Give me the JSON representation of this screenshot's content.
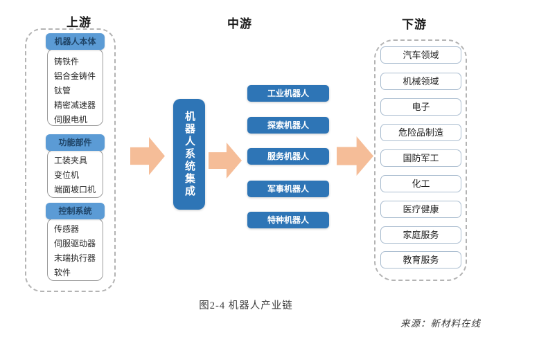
{
  "figure": {
    "caption": "图2-4 机器人产业链",
    "source": "来源：新材料在线"
  },
  "columns": {
    "upstream": {
      "title": "上游",
      "groups": [
        {
          "header": "机器人本体",
          "items": [
            "铸铁件",
            "铝合金铸件",
            "钛管",
            "精密减速器",
            "伺服电机"
          ]
        },
        {
          "header": "功能部件",
          "items": [
            "工装夹具",
            "变位机",
            "端面坡口机"
          ]
        },
        {
          "header": "控制系统",
          "items": [
            "传感器",
            "伺服驱动器",
            "末端执行器",
            "软件"
          ]
        }
      ]
    },
    "midstream": {
      "title": "中游",
      "integration_label": "机器人系统集成",
      "robot_types": [
        "工业机器人",
        "探索机器人",
        "服务机器人",
        "军事机器人",
        "特种机器人"
      ]
    },
    "downstream": {
      "title": "下游",
      "fields": [
        "汽车领域",
        "机械领域",
        "电子",
        "危险品制造",
        "国防军工",
        "化工",
        "医疗健康",
        "家庭服务",
        "教育服务"
      ]
    }
  },
  "colors": {
    "group_header_bg": "#5B9BD5",
    "group_header_text": "#1F4467",
    "primary_box_blue": "#2E75B6",
    "arrow_peach": "#F5BD98",
    "dashed_border": "#B3B3B3",
    "field_box_border": "#A9BCCF"
  }
}
